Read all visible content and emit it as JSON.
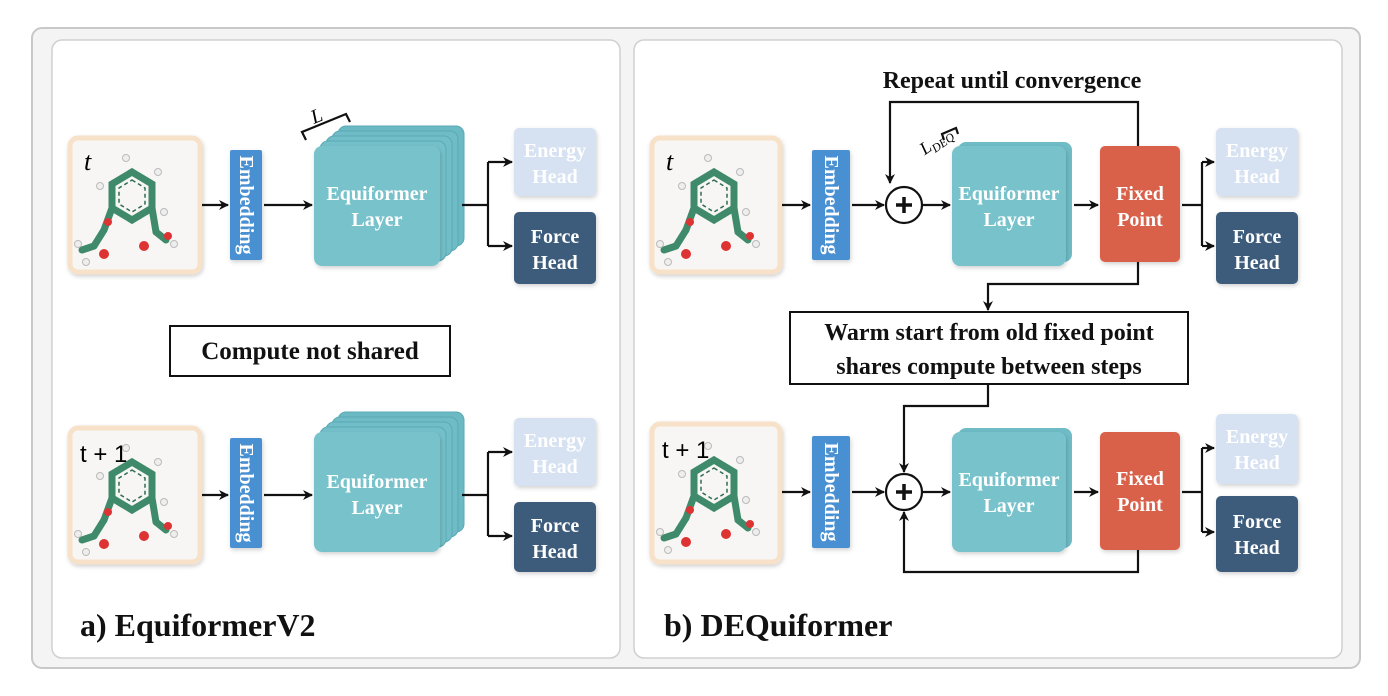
{
  "colors": {
    "embedding": "#4a90d2",
    "equiformer_layer": "#76c2cb",
    "fixed_point": "#d9604a",
    "energy_head": "#d6e1f1",
    "force_head": "#3d5b7b",
    "molecule_border": "#f7e2c9"
  },
  "panel_a": {
    "label": "a) EquiformerV2",
    "top": {
      "time": "t",
      "embedding": "Embedding",
      "layer_line1": "Equiformer",
      "layer_line2": "Layer",
      "depth_label": "L",
      "energy_line1": "Energy",
      "energy_line2": "Head",
      "force_line1": "Force",
      "force_line2": "Head"
    },
    "note": "Compute not shared",
    "bottom": {
      "time": "t + 1",
      "embedding": "Embedding",
      "layer_line1": "Equiformer",
      "layer_line2": "Layer",
      "energy_line1": "Energy",
      "energy_line2": "Head",
      "force_line1": "Force",
      "force_line2": "Head"
    }
  },
  "panel_b": {
    "label": "b) DEQuiformer",
    "loop_label": "Repeat until convergence",
    "top": {
      "time": "t",
      "embedding": "Embedding",
      "layer_line1": "Equiformer",
      "layer_line2": "Layer",
      "depth_label": "L",
      "depth_sub": "DEQ",
      "fixed_line1": "Fixed",
      "fixed_line2": "Point",
      "energy_line1": "Energy",
      "energy_line2": "Head",
      "force_line1": "Force",
      "force_line2": "Head"
    },
    "warm_start_line1": "Warm start from old fixed point",
    "warm_start_line2": "shares compute between steps",
    "bottom": {
      "time": "t + 1",
      "embedding": "Embedding",
      "layer_line1": "Equiformer",
      "layer_line2": "Layer",
      "fixed_line1": "Fixed",
      "fixed_line2": "Point",
      "energy_line1": "Energy",
      "energy_line2": "Head",
      "force_line1": "Force",
      "force_line2": "Head"
    }
  }
}
